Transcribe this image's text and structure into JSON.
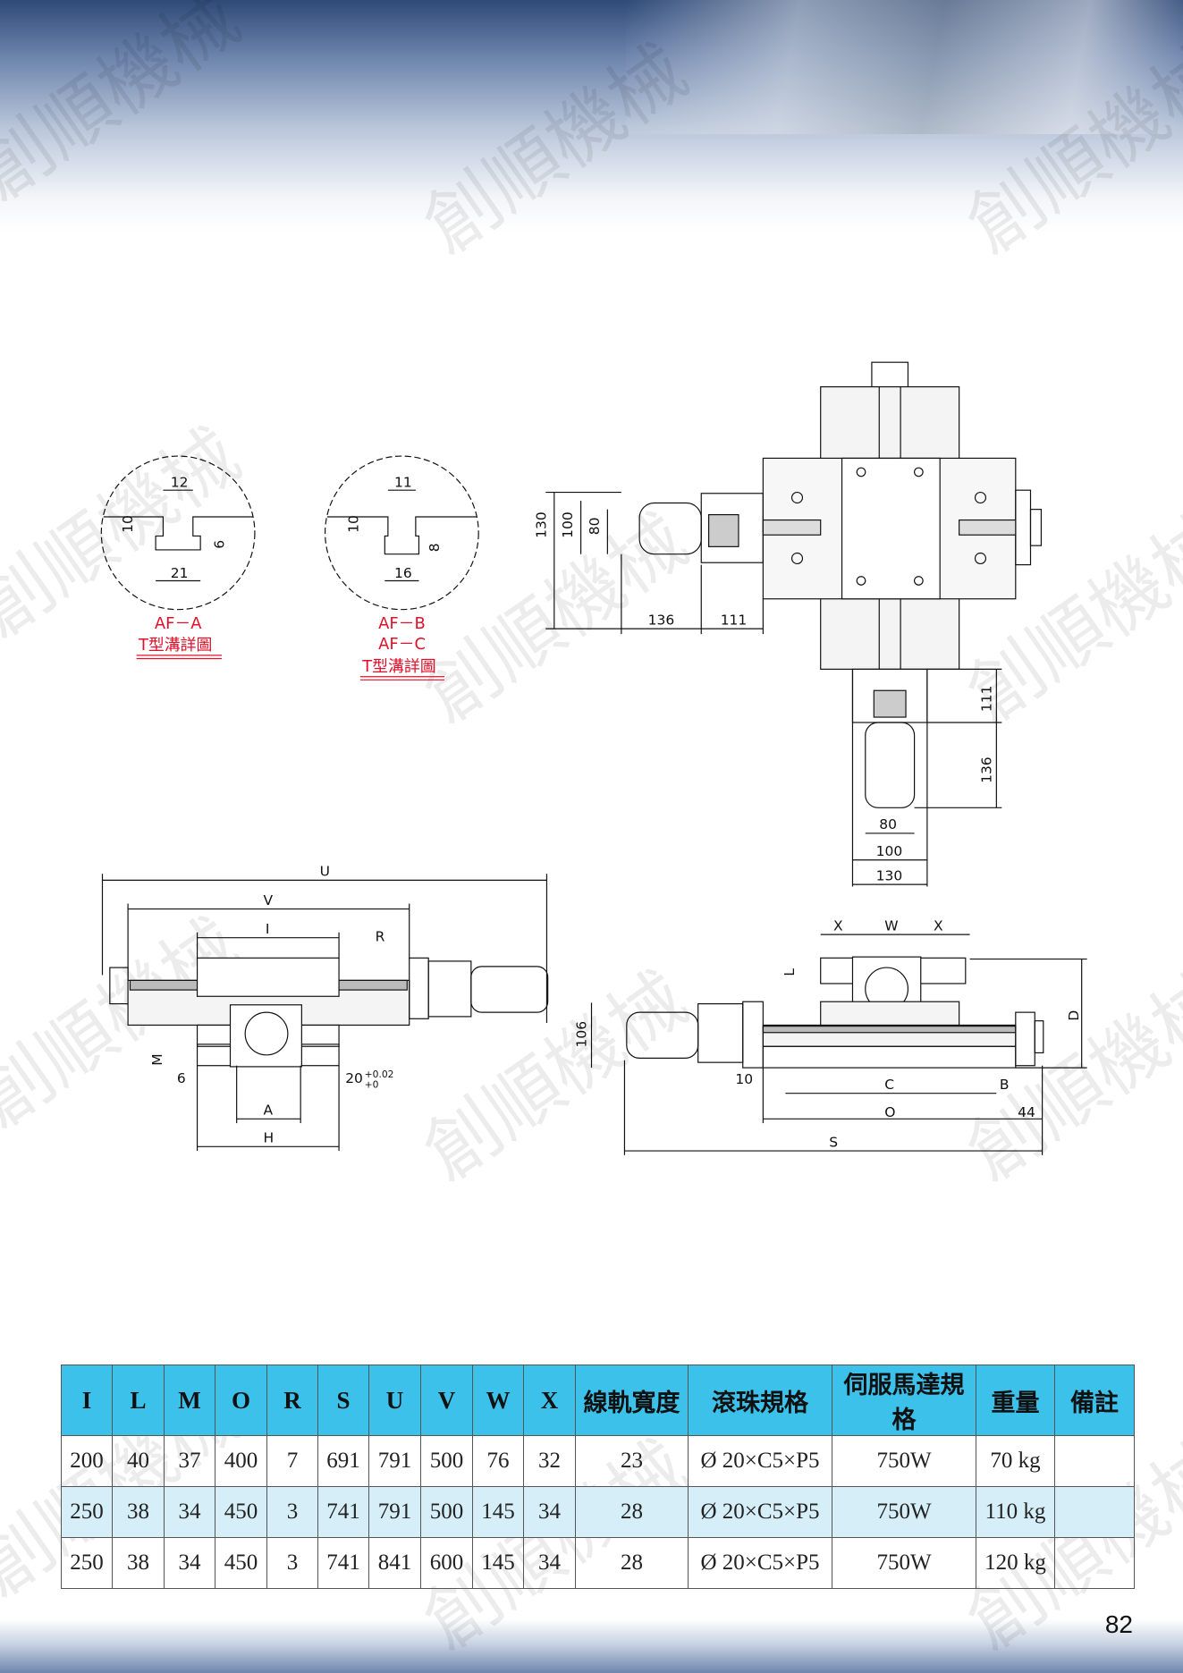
{
  "watermark": "創順機械",
  "page_number": "82",
  "tslot_details": [
    {
      "model": "AF－A",
      "title": "T型溝詳圖",
      "top_width": "12",
      "depth": "10",
      "slot_height": "6",
      "bottom_width": "21"
    },
    {
      "model": "AF－B",
      "model2": "AF－C",
      "title": "T型溝詳圖",
      "top_width": "11",
      "depth": "10",
      "slot_height": "8",
      "bottom_width": "16"
    }
  ],
  "top_view": {
    "left_motor": {
      "h1": "130",
      "h2": "100",
      "h3": "80",
      "len1": "136",
      "len2": "111"
    },
    "bottom_motor": {
      "len1": "111",
      "len2": "136",
      "w1": "80",
      "w2": "100",
      "w3": "130"
    }
  },
  "front_view": {
    "U": "U",
    "V": "V",
    "I": "I",
    "R": "R",
    "M": "M",
    "six": "6",
    "tol_base": "20",
    "tol_upper": "+0.02",
    "tol_lower": "+0",
    "A": "A",
    "H": "H"
  },
  "side_view": {
    "X1": "X",
    "W": "W",
    "X2": "X",
    "L": "L",
    "D": "D",
    "h106": "106",
    "ten": "10",
    "C": "C",
    "B": "B",
    "O": "O",
    "f44": "44",
    "S": "S"
  },
  "table": {
    "headers": [
      "I",
      "L",
      "M",
      "O",
      "R",
      "S",
      "U",
      "V",
      "W",
      "X",
      "線軌寬度",
      "滾珠規格",
      "伺服馬達規格",
      "重量",
      "備註"
    ],
    "rows": [
      [
        "200",
        "40",
        "37",
        "400",
        "7",
        "691",
        "791",
        "500",
        "76",
        "32",
        "23",
        "Ø 20×C5×P5",
        "750W",
        "70 kg",
        ""
      ],
      [
        "250",
        "38",
        "34",
        "450",
        "3",
        "741",
        "791",
        "500",
        "145",
        "34",
        "28",
        "Ø 20×C5×P5",
        "750W",
        "110 kg",
        ""
      ],
      [
        "250",
        "38",
        "34",
        "450",
        "3",
        "741",
        "841",
        "600",
        "145",
        "34",
        "28",
        "Ø 20×C5×P5",
        "750W",
        "120 kg",
        ""
      ]
    ]
  }
}
